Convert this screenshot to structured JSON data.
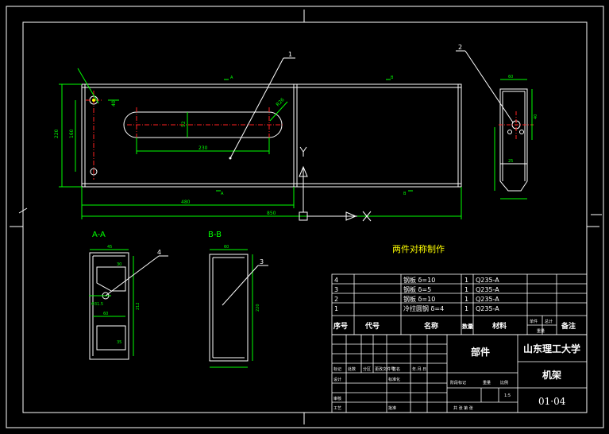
{
  "colors": {
    "background": "#000000",
    "frame": "#ffffff",
    "geometry": "#ffffff",
    "dimension": "#00ff00",
    "centerline": "#ff2020",
    "note": "#ffff00",
    "leader": "#ffffff"
  },
  "drawing": {
    "note": "两件对称制作",
    "section_a_label": "A-A",
    "section_b_label": "B-B",
    "axis_y": "Y",
    "axis_x": "X",
    "balloons": [
      "1",
      "2",
      "3",
      "4"
    ],
    "view_markers": {
      "a_top": "A",
      "a_bottom": "A",
      "b_top": "B",
      "b_bottom": "B"
    }
  },
  "dimensions": {
    "overall_length": "850",
    "main_length": "480",
    "slot_length": "230",
    "slot_width": "52",
    "slot_radius": "R26",
    "height_outer": "220",
    "height_inner": "160",
    "hole_offset": "40",
    "side_top": "60",
    "side_mid": "40",
    "side_low": "25",
    "section_a_height": "212",
    "section_a_w1": "45",
    "section_a_w2": "60",
    "section_a_w3": "30",
    "section_a_w4": "35",
    "section_a_dia": "Φ31.5",
    "section_b_height": "220",
    "section_b_w": "60"
  },
  "bom": {
    "rows": [
      {
        "no": "4",
        "name": "钢板 δ=10",
        "qty": "1",
        "material": "Q235-A"
      },
      {
        "no": "3",
        "name": "钢板 δ=5",
        "qty": "1",
        "material": "Q235-A"
      },
      {
        "no": "2",
        "name": "钢板 δ=10",
        "qty": "1",
        "material": "Q235-A"
      },
      {
        "no": "1",
        "name": "冷拉圆钢 δ=4",
        "qty": "1",
        "material": "Q235-A"
      }
    ],
    "header": {
      "no": "序号",
      "code": "代号",
      "name": "名称",
      "qty": "数量",
      "material": "材料",
      "single": "单件",
      "total": "总计",
      "weight": "重量",
      "remark": "备注"
    }
  },
  "title_block": {
    "part": "部件",
    "school": "山东理工大学",
    "drawing_name": "机架",
    "drawing_no": "01·04",
    "scale": "1:5",
    "small_labels": {
      "mark": "标记",
      "count": "处数",
      "zone": "分区",
      "change_doc": "更改文件号",
      "signature": "签名",
      "date": "年.月.日",
      "design": "设计",
      "standardize": "标准化",
      "stage_mark": "阶段标记",
      "weight": "重量",
      "scale_label": "比例",
      "review": "审核",
      "process": "工艺",
      "approve": "批准",
      "sheets": "共  张  第  张"
    }
  }
}
